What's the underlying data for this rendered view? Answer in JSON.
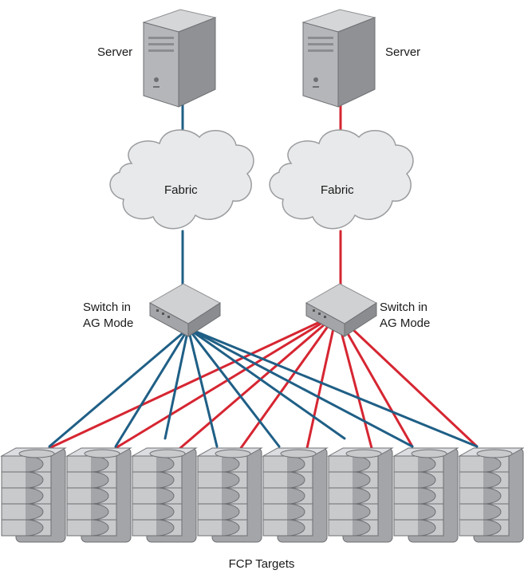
{
  "servers": [
    {
      "label": "Server",
      "link_color": "#1f5f86"
    },
    {
      "label": "Server",
      "link_color": "#d62632"
    }
  ],
  "fabrics": [
    {
      "label": "Fabric"
    },
    {
      "label": "Fabric"
    }
  ],
  "switches": [
    {
      "label_line1": "Switch in",
      "label_line2": "AG Mode",
      "link_color": "#1f5f86"
    },
    {
      "label_line1": "Switch in",
      "label_line2": "AG Mode",
      "link_color": "#d62632"
    }
  ],
  "targets": {
    "label": "FCP Targets",
    "count": 8
  },
  "colors": {
    "fabric_a": "#1f5f86",
    "fabric_b": "#d62632",
    "device_light": "#c9cacc",
    "device_mid": "#a3a5a8",
    "device_dark": "#6d6f72",
    "cloud_fill": "#e8e9ea",
    "cloud_stroke": "#9a9c9f"
  }
}
